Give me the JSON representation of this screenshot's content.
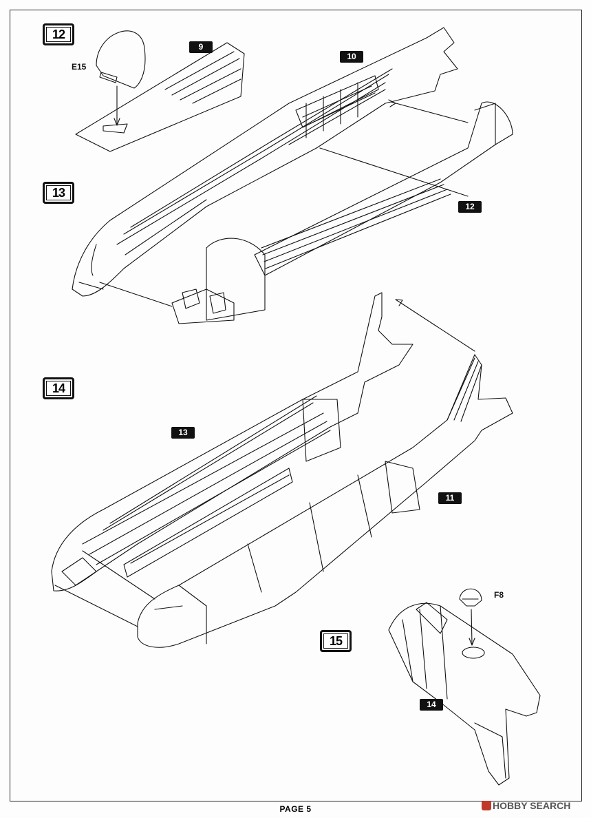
{
  "steps": [
    "12",
    "13",
    "14",
    "15"
  ],
  "parts": {
    "step12_ref": "9",
    "step12_fuselage": "10",
    "step12_floor_tag": "12",
    "step14_half": "13",
    "step14_other": "11",
    "step15_ref": "14"
  },
  "callouts": {
    "bulkhead": "E15",
    "dome": "F8"
  },
  "footer": "PAGE 5",
  "watermark": "HOBBY SEARCH",
  "colors": {
    "line": "#111111",
    "paper": "#fdfdfd"
  }
}
